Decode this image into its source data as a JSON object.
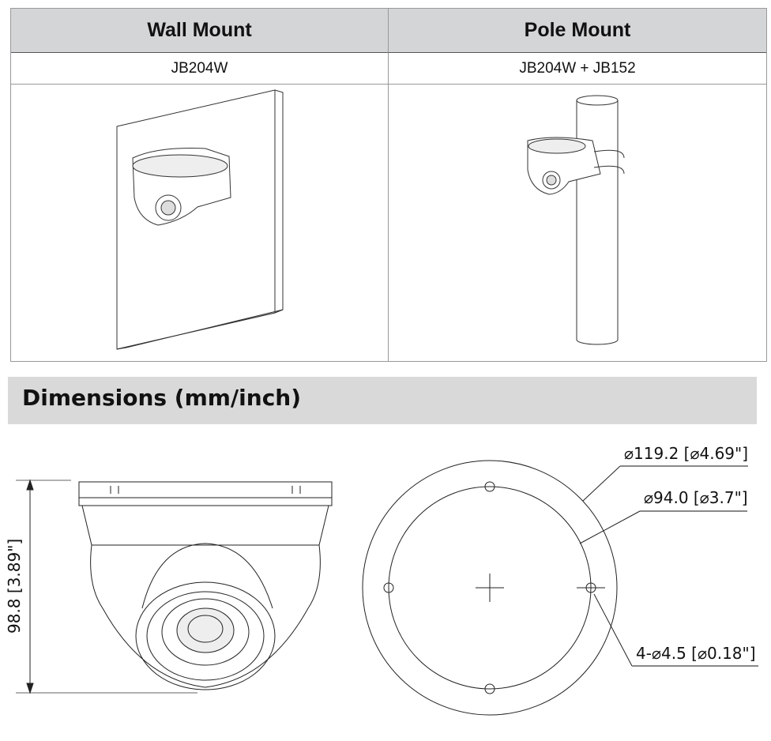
{
  "mount_table": {
    "columns": [
      {
        "header": "Wall Mount",
        "model": "JB204W"
      },
      {
        "header": "Pole Mount",
        "model": "JB204W + JB152"
      }
    ]
  },
  "dimensions": {
    "title": "Dimensions (mm/inch)",
    "height_label": "98.8 [3.89\"]",
    "outer_diameter_label": "⌀119.2 [⌀4.69\"]",
    "inner_diameter_label": "⌀94.0 [⌀3.7\"]",
    "holes_label": "4-⌀4.5 [⌀0.18\"]"
  }
}
